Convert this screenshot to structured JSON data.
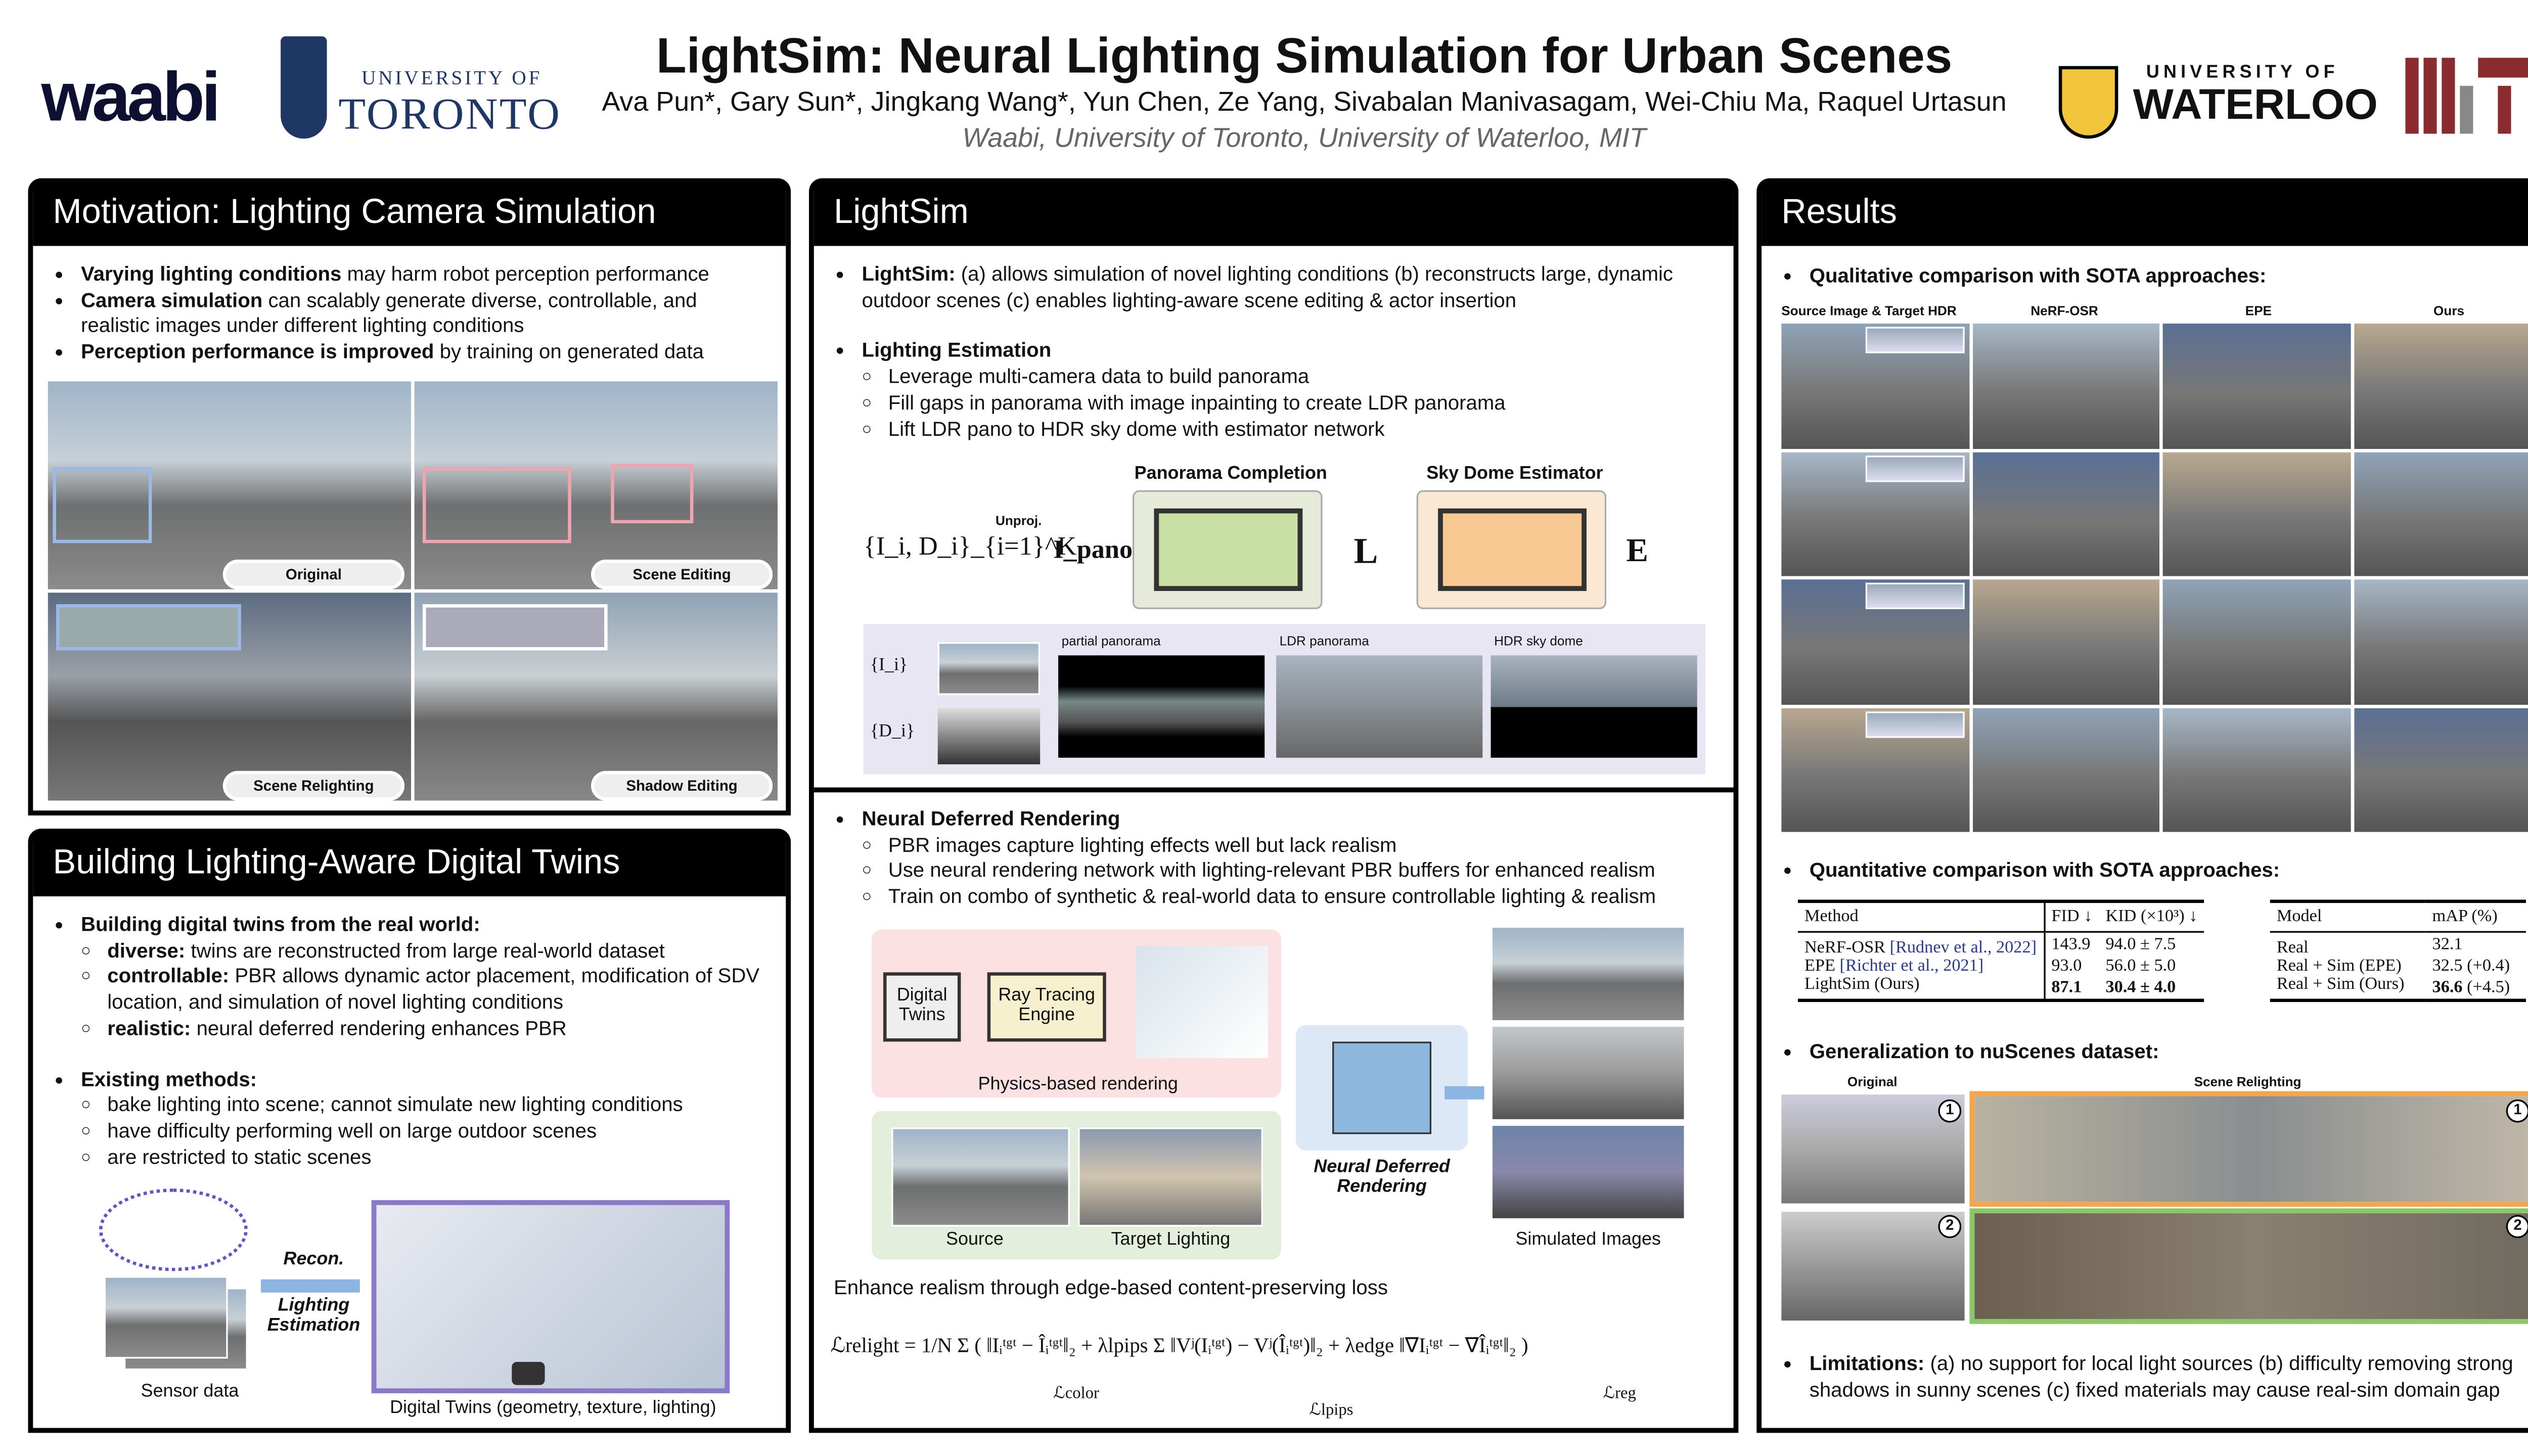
{
  "header": {
    "title": "LightSim: Neural Lighting Simulation for Urban Scenes",
    "authors": "Ava Pun*, Gary Sun*, Jingkang Wang*, Yun Chen, Ze Yang, Sivabalan Manivasagam, Wei-Chiu Ma, Raquel Urtasun",
    "affiliations": "Waabi, University of Toronto, University of Waterloo, MIT",
    "logos": {
      "waabi": "waabi",
      "toronto_top": "UNIVERSITY OF",
      "toronto_bottom": "TORONTO",
      "waterloo_top": "UNIVERSITY OF",
      "waterloo_bottom": "WATERLOO",
      "mit": "MIT"
    }
  },
  "motivation": {
    "title": "Motivation: Lighting Camera Simulation",
    "bullets": [
      {
        "bold": "Varying lighting conditions",
        "rest": " may harm robot perception performance"
      },
      {
        "bold": "Camera simulation",
        "rest": " can scalably generate diverse, controllable, and realistic images under different lighting conditions"
      },
      {
        "bold": "Perception performance is improved",
        "rest": " by training on generated data"
      }
    ],
    "images": [
      "Original",
      "Scene Editing",
      "Scene Relighting",
      "Shadow Editing"
    ]
  },
  "twins": {
    "title": "Building Lighting-Aware Digital Twins",
    "b1": "Building digital twins from the real world:",
    "b1_items": [
      {
        "bold": "diverse:",
        "rest": " twins are reconstructed from large real-world dataset"
      },
      {
        "bold": "controllable:",
        "rest": " PBR allows dynamic actor placement, modification of SDV location, and simulation of novel lighting conditions"
      },
      {
        "bold": "realistic:",
        "rest": " neural deferred rendering enhances PBR"
      }
    ],
    "b2": "Existing methods:",
    "b2_items": [
      "bake lighting into scene; cannot simulate new lighting conditions",
      "have difficulty performing well on large outdoor scenes",
      "are restricted to static scenes"
    ],
    "recon": "Recon.",
    "lighting_est": "Lighting Estimation",
    "sensor": "Sensor data",
    "dt": "Digital Twins (geometry, texture, lighting)"
  },
  "lightsim": {
    "title": "LightSim",
    "intro_bold": "LightSim:",
    "intro": " (a) allows simulation of novel lighting conditions (b) reconstructs large, dynamic outdoor scenes (c) enables lighting-aware scene editing & actor insertion",
    "le_title": "Lighting Estimation",
    "le_items": [
      "Leverage multi-camera data to build panorama",
      "Fill gaps in panorama with image inpainting to create LDR panorama",
      "Lift LDR pano to HDR sky dome with estimator network"
    ],
    "pc": "Panorama Completion",
    "sde": "Sky Dome Estimator",
    "unproj": "Unproj.",
    "input": "{I_i, D_i}_{i=1}^K",
    "ipano": "I_pano",
    "L": "L",
    "E": "E",
    "strip": {
      "i": "{I_i}",
      "d": "{D_i}",
      "partial": "partial panorama",
      "ldr": "LDR panorama",
      "hdr": "HDR sky dome"
    },
    "ndr_title": "Neural Deferred Rendering",
    "ndr_items": [
      "PBR images capture lighting effects well but lack realism",
      "Use neural rendering network with lighting-relevant PBR buffers for enhanced realism",
      "Train on combo of synthetic & real-world data to ensure controllable lighting & realism"
    ],
    "digital_twins": "Digital Twins",
    "ray": "Ray Tracing Engine",
    "pbr": "Physics-based rendering",
    "source": "Source",
    "target": "Target Lighting",
    "ndr_box": "Neural Deferred Rendering",
    "simulated": "Simulated Images",
    "loss_text": "Enhance realism through edge-based content-preserving loss",
    "eq": "ℒrelight = 1/N Σ ( ‖Iᵢᵗᵍᵗ − Îᵢᵗᵍᵗ‖₂ + λlpips Σ ‖Vʲ(Iᵢᵗᵍᵗ) − Vʲ(Îᵢᵗᵍᵗ)‖₂ + λedge ‖∇Iᵢᵗᵍᵗ − ∇Îᵢᵗᵍᵗ‖₂ )",
    "eq_labels": [
      "ℒcolor",
      "ℒlpips",
      "ℒreg"
    ]
  },
  "results": {
    "title": "Results",
    "qual": "Qualitative comparison with SOTA approaches:",
    "qual_cols": [
      "Source Image & Target HDR",
      "NeRF-OSR",
      "EPE",
      "Ours"
    ],
    "quant": "Quantitative comparison with SOTA approaches:",
    "table1": {
      "headers": [
        "Method",
        "FID ↓",
        "KID (×10³) ↓"
      ],
      "rows": [
        {
          "m": "NeRF-OSR ",
          "c": "[Rudnev et al., 2022]",
          "fid": "143.9",
          "kid": "94.0 ± 7.5"
        },
        {
          "m": "EPE ",
          "c": "[Richter et al., 2021]",
          "fid": "93.0",
          "kid": "56.0 ± 5.0"
        },
        {
          "m": "LightSim (Ours)",
          "c": "",
          "fid": "87.1",
          "kid": "30.4 ± 4.0"
        }
      ]
    },
    "table2": {
      "headers": [
        "Model",
        "mAP (%)"
      ],
      "rows": [
        {
          "m": "Real",
          "v": "32.1",
          "d": ""
        },
        {
          "m": "Real + Sim (EPE)",
          "v": "32.5",
          "d": " (+0.4)"
        },
        {
          "m": "Real + Sim (Ours)",
          "v": "36.6",
          "d": " (+4.5)"
        }
      ]
    },
    "gen": "Generalization to nuScenes dataset:",
    "gen_orig": "Original",
    "gen_relit": "Scene Relighting",
    "badges": [
      "1",
      "2"
    ],
    "lim_bold": "Limitations:",
    "lim": " (a) no support for local light sources (b) difficulty removing strong shadows in sunny scenes (c) fixed materials may cause real-sim domain gap",
    "colors": {
      "orange": "#f5a54a",
      "green": "#8cc56a"
    }
  }
}
